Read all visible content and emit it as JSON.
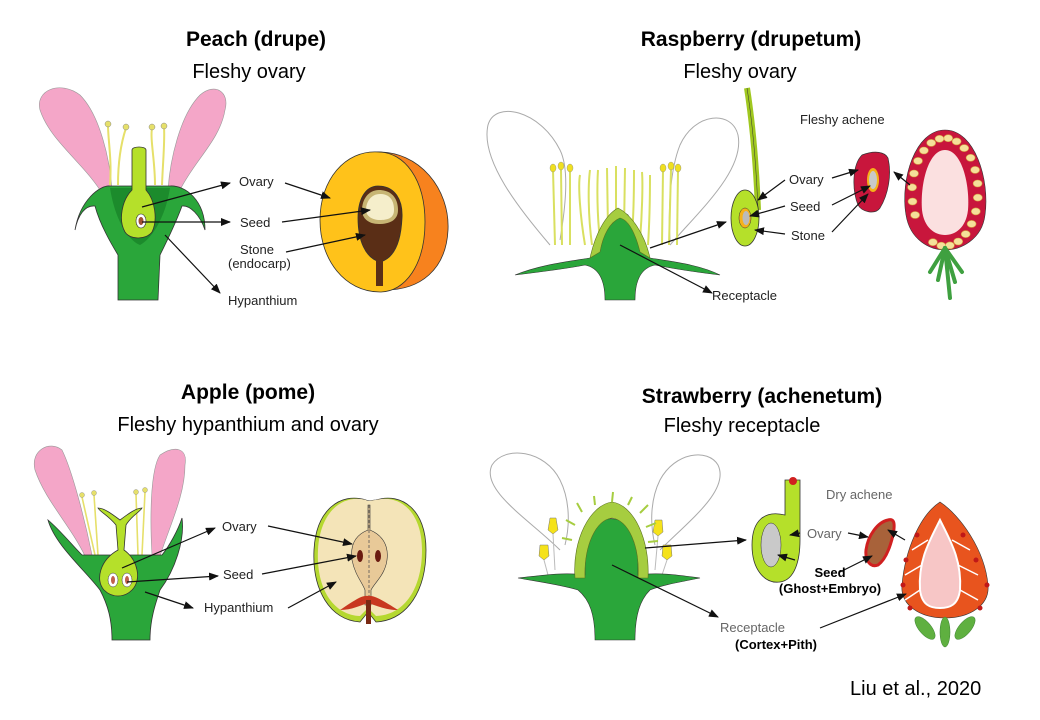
{
  "panels": {
    "peach": {
      "title": "Peach (drupe)",
      "subtitle": "Fleshy ovary",
      "labels": {
        "ovary": "Ovary",
        "seed": "Seed",
        "stone": "Stone",
        "stone_note": "(endocarp)",
        "hypanthium": "Hypanthium"
      }
    },
    "raspberry": {
      "title": "Raspberry (drupetum)",
      "subtitle": "Fleshy ovary",
      "labels": {
        "fleshy_achene": "Fleshy achene",
        "ovary": "Ovary",
        "seed": "Seed",
        "stone": "Stone",
        "receptacle": "Receptacle"
      }
    },
    "apple": {
      "title": "Apple (pome)",
      "subtitle": "Fleshy hypanthium and ovary",
      "labels": {
        "ovary": "Ovary",
        "seed": "Seed",
        "hypanthium": "Hypanthium"
      }
    },
    "strawberry": {
      "title": "Strawberry (achenetum)",
      "subtitle": "Fleshy receptacle",
      "labels": {
        "dry_achene": "Dry achene",
        "ovary": "Ovary",
        "seed": "Seed",
        "seed_note": "(Ghost+Embryo)",
        "receptacle": "Receptacle",
        "receptacle_note": "(Cortex+Pith)"
      }
    }
  },
  "citation": "Liu et al., 2020",
  "colors": {
    "petal": "#f4a6c8",
    "sepal_green": "#2aa63a",
    "ovary_lightgreen": "#b5e02a",
    "peach_flesh": "#ffc21a",
    "peach_skin": "#f7821e",
    "stone_brown": "#5a2e16",
    "seed_cream": "#f5eecb",
    "raspberry_red": "#c8163c",
    "apple_flesh": "#f4e4b8",
    "apple_core": "#e8c998",
    "strawberry_orange": "#e8541e",
    "strawberry_pith": "#f7c6c6",
    "achene_brown": "#a8623a",
    "yellow_anther": "#f5e21a"
  }
}
